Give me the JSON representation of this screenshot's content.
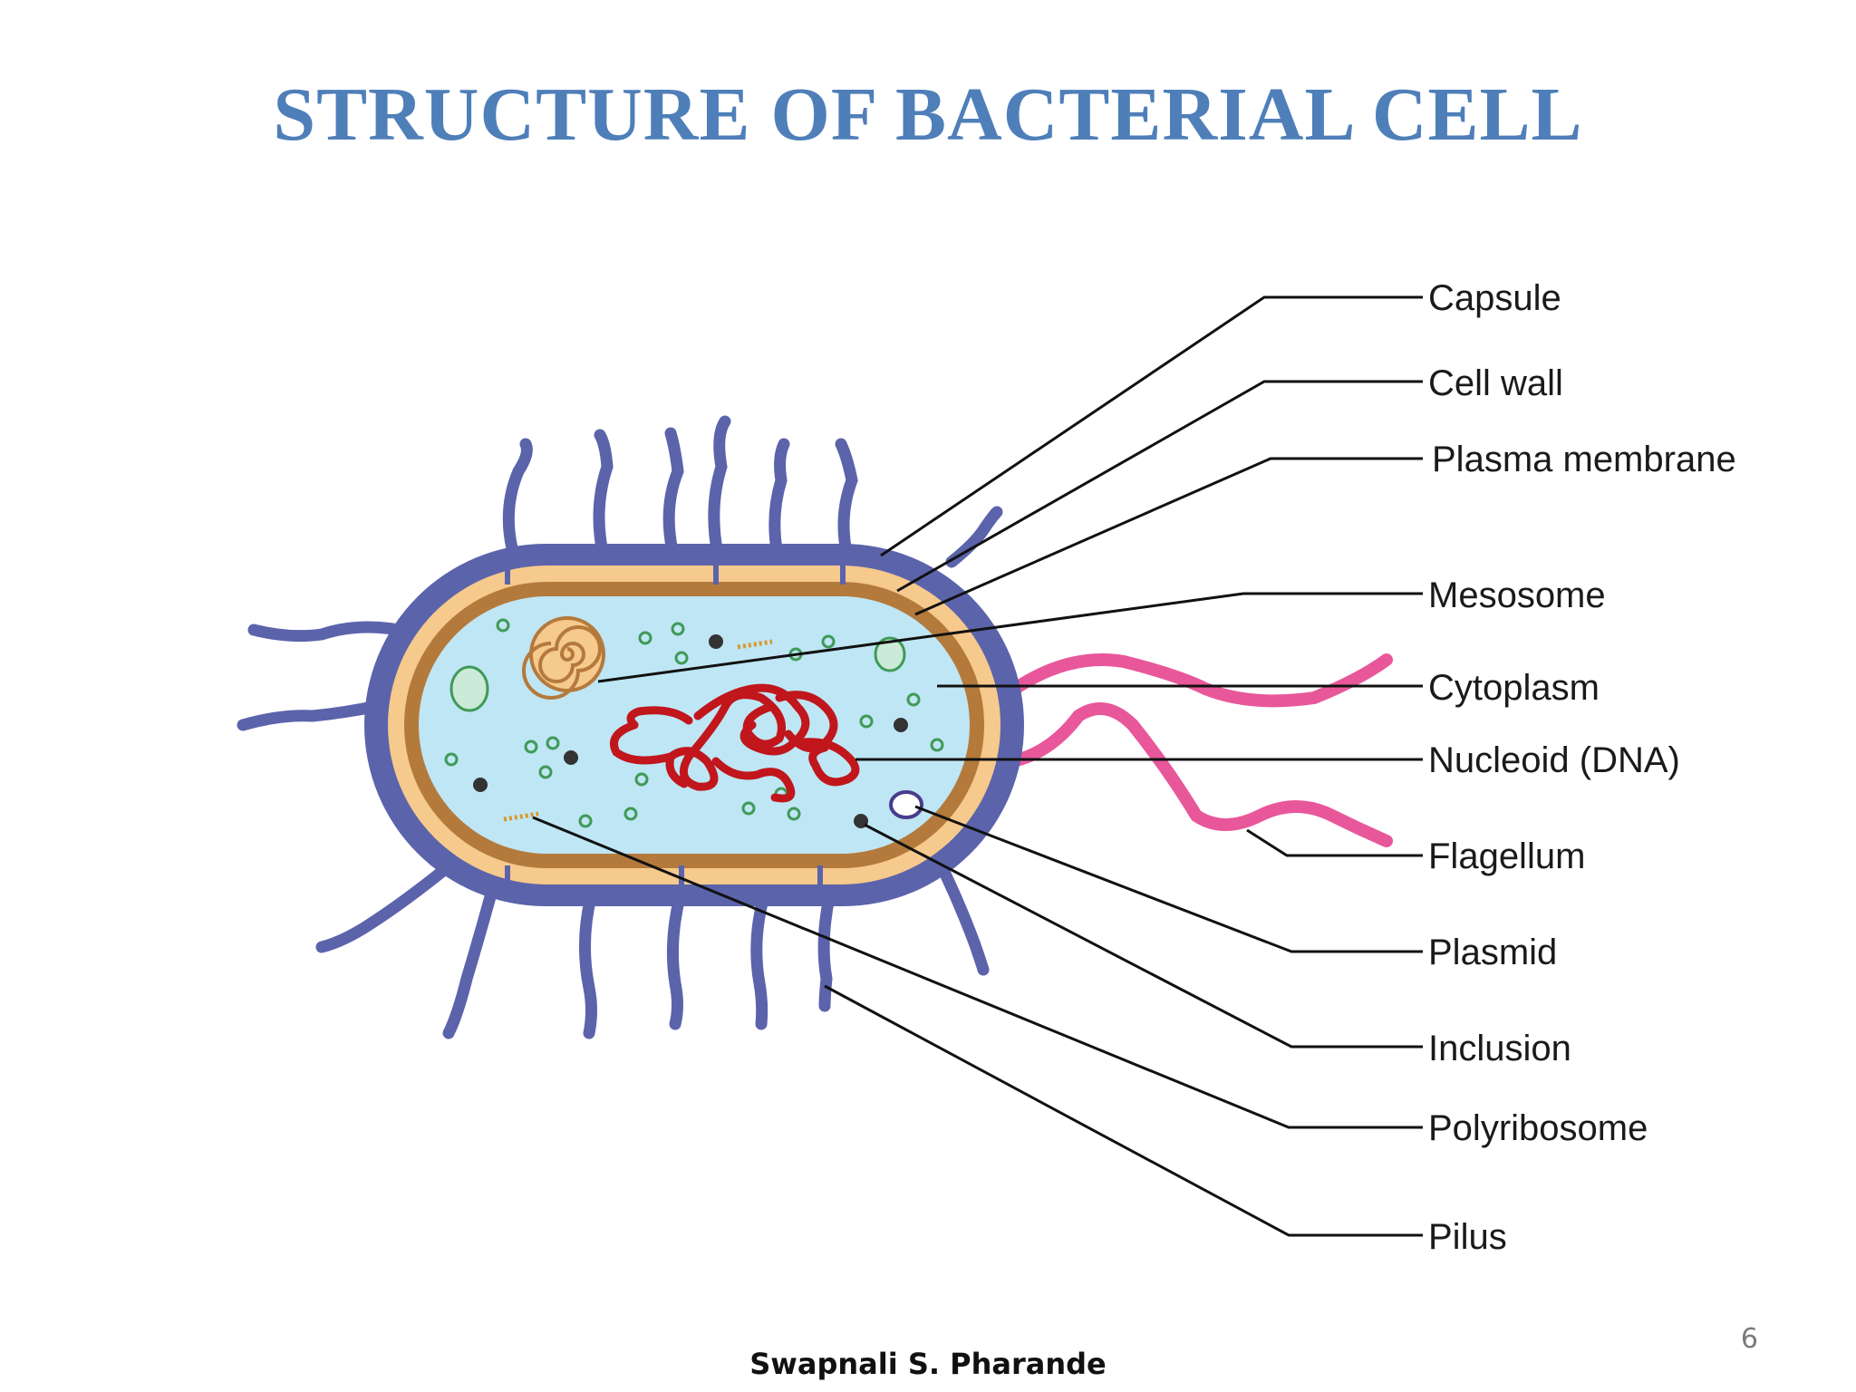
{
  "slide": {
    "title": "STRUCTURE OF BACTERIAL CELL",
    "author": "Swapnali S. Pharande",
    "page_number": "6"
  },
  "labels": {
    "capsule": "Capsule",
    "cell_wall": "Cell wall",
    "plasma_membrane": "Plasma membrane",
    "mesosome": "Mesosome",
    "cytoplasm": "Cytoplasm",
    "nucleoid": "Nucleoid (DNA)",
    "flagellum": "Flagellum",
    "plasmid": "Plasmid",
    "inclusion": "Inclusion",
    "polyribosome": "Polyribosome",
    "pilus": "Pilus"
  },
  "colors": {
    "title": "#4f7fb9",
    "capsule": "#5b63ab",
    "cell_wall": "#f6c98c",
    "membrane": "#b47a3c",
    "cytoplasm": "#bfe6f5",
    "dna": "#c0161c",
    "flagellum": "#e8579a",
    "ribosome": "#3f9a57"
  }
}
